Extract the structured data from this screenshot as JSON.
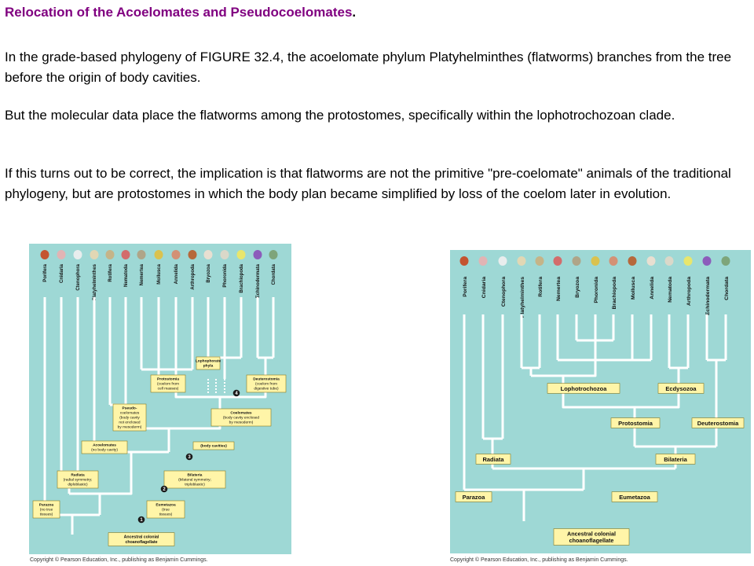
{
  "slide": {
    "title": "Relocation of the Acoelomates and Pseudocoelomates",
    "title_period": ".",
    "paragraphs": [
      "In the grade-based phylogeny of FIGURE 32.4, the acoelomate phylum Platyhelminthes (flatworms) branches from the tree before the origin of body cavities.",
      "But the molecular data place the flatworms among the protostomes, specifically within the lophotrochozoan clade.",
      "If this turns out to be correct, the implication is that flatworms are not the primitive \"pre-coelomate\" animals of the traditional phylogeny, but are protostomes in which the body plan became simplified by loss of the coelom later in evolution."
    ]
  },
  "left_figure": {
    "taxa": [
      "Porifera",
      "Cnidaria",
      "Ctenophora",
      "Platyhelminthes",
      "Rotifera",
      "Nematoda",
      "Nemertea",
      "Mollusca",
      "Annelida",
      "Arthropoda",
      "Bryozoa",
      "Phoronida",
      "Brachiopoda",
      "Echinodermata",
      "Chordata"
    ],
    "labels": {
      "lophophorate": [
        "Lophophorate",
        "phyla"
      ],
      "protostomia": [
        "Protostomia",
        "(coelom from",
        "cell masses)"
      ],
      "deuterostomia": [
        "Deuterostomia",
        "(coelom from",
        "digestive tube)"
      ],
      "pseudocoelomates": [
        "Pseudo-",
        "coelomates",
        "(body cavity",
        "not enclosed",
        "by mesoderm)"
      ],
      "coelomates": [
        "Coelomates",
        "(body cavity enclosed",
        "by mesoderm)"
      ],
      "acoelomates": [
        "Acoelomates",
        "(no body cavity)"
      ],
      "body_cavities": [
        "(body cavities)"
      ],
      "radiata": [
        "Radiata",
        "(radial symmetry;",
        "diploblastic)"
      ],
      "bilateria": [
        "Bilateria",
        "(bilateral symmetry;",
        "triploblastic)"
      ],
      "parazoa": [
        "Parazoa",
        "(no true",
        "tissues)"
      ],
      "eumetazoa": [
        "Eumetazoa",
        "(true",
        "tissues)"
      ],
      "ancestor": [
        "Ancestral colonial",
        "choanoflagellate"
      ]
    },
    "markers": [
      "1",
      "2",
      "3",
      "4"
    ],
    "copyright": "Copyright © Pearson Education, Inc., publishing as Benjamin Cummings."
  },
  "right_figure": {
    "taxa": [
      "Porifera",
      "Cnidaria",
      "Ctenophora",
      "Platyhelminthes",
      "Rotifera",
      "Nemertea",
      "Bryozoa",
      "Phoronida",
      "Brachiopoda",
      "Mollusca",
      "Annelida",
      "Nematoda",
      "Arthropoda",
      "Echinodermata",
      "Chordata"
    ],
    "labels": {
      "lophotrochozoa": "Lophotrochozoa",
      "ecdysozoa": "Ecdysozoa",
      "protostomia": "Protostomia",
      "deuterostomia": "Deuterostomia",
      "radiata": "Radiata",
      "bilateria": "Bilateria",
      "parazoa": "Parazoa",
      "eumetazoa": "Eumetazoa",
      "ancestor": [
        "Ancestral colonial",
        "choanoflagellate"
      ]
    },
    "copyright": "Copyright © Pearson Education, Inc., publishing as Benjamin Cummings."
  },
  "colors": {
    "background": "#9ed8d5",
    "tree_line": "#ffffff",
    "label_box": "#fff5a8",
    "marker": "#1a1a1a",
    "title": "#800080"
  }
}
